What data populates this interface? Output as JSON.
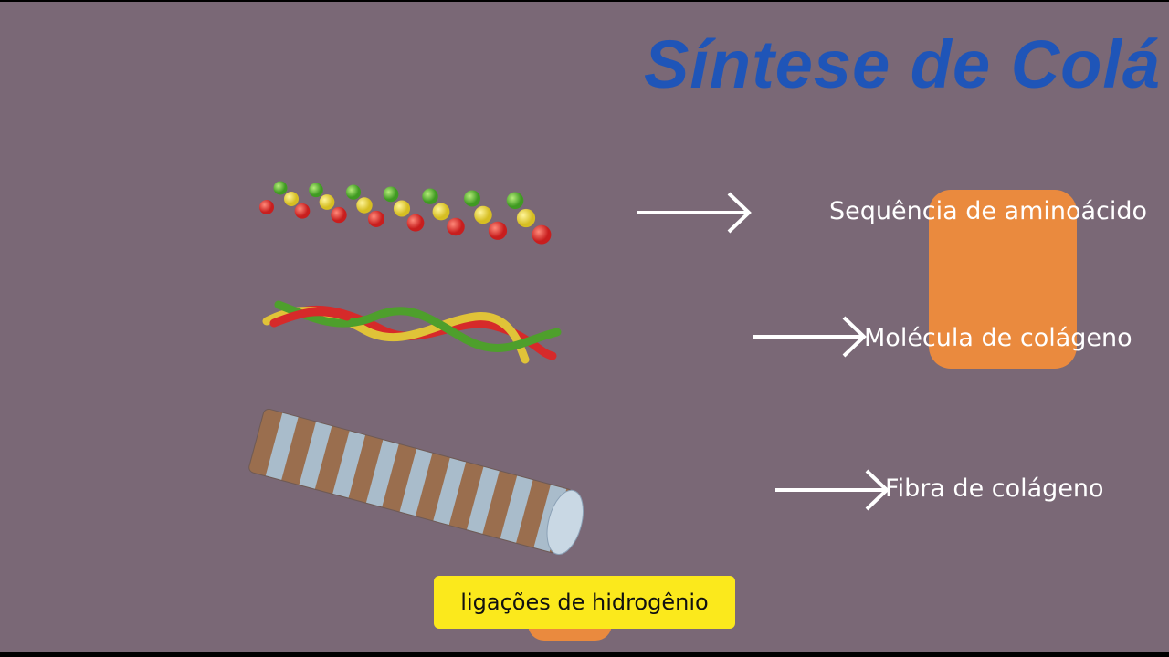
{
  "slide": {
    "title": "Síntese de Colá",
    "labels": [
      "Sequência de aminoácido",
      "Molécula de colágeno",
      "Fibra de colágeno"
    ],
    "caption": "ligações de hidrogênio"
  },
  "colors": {
    "background": "#7a6876",
    "title": "#1f55b8",
    "accent_orange": "#ea8a3e",
    "caption_bg": "#fbe91c",
    "bead_red": "#d62a2a",
    "bead_yellow": "#e6d233",
    "bead_green": "#5fb234"
  }
}
